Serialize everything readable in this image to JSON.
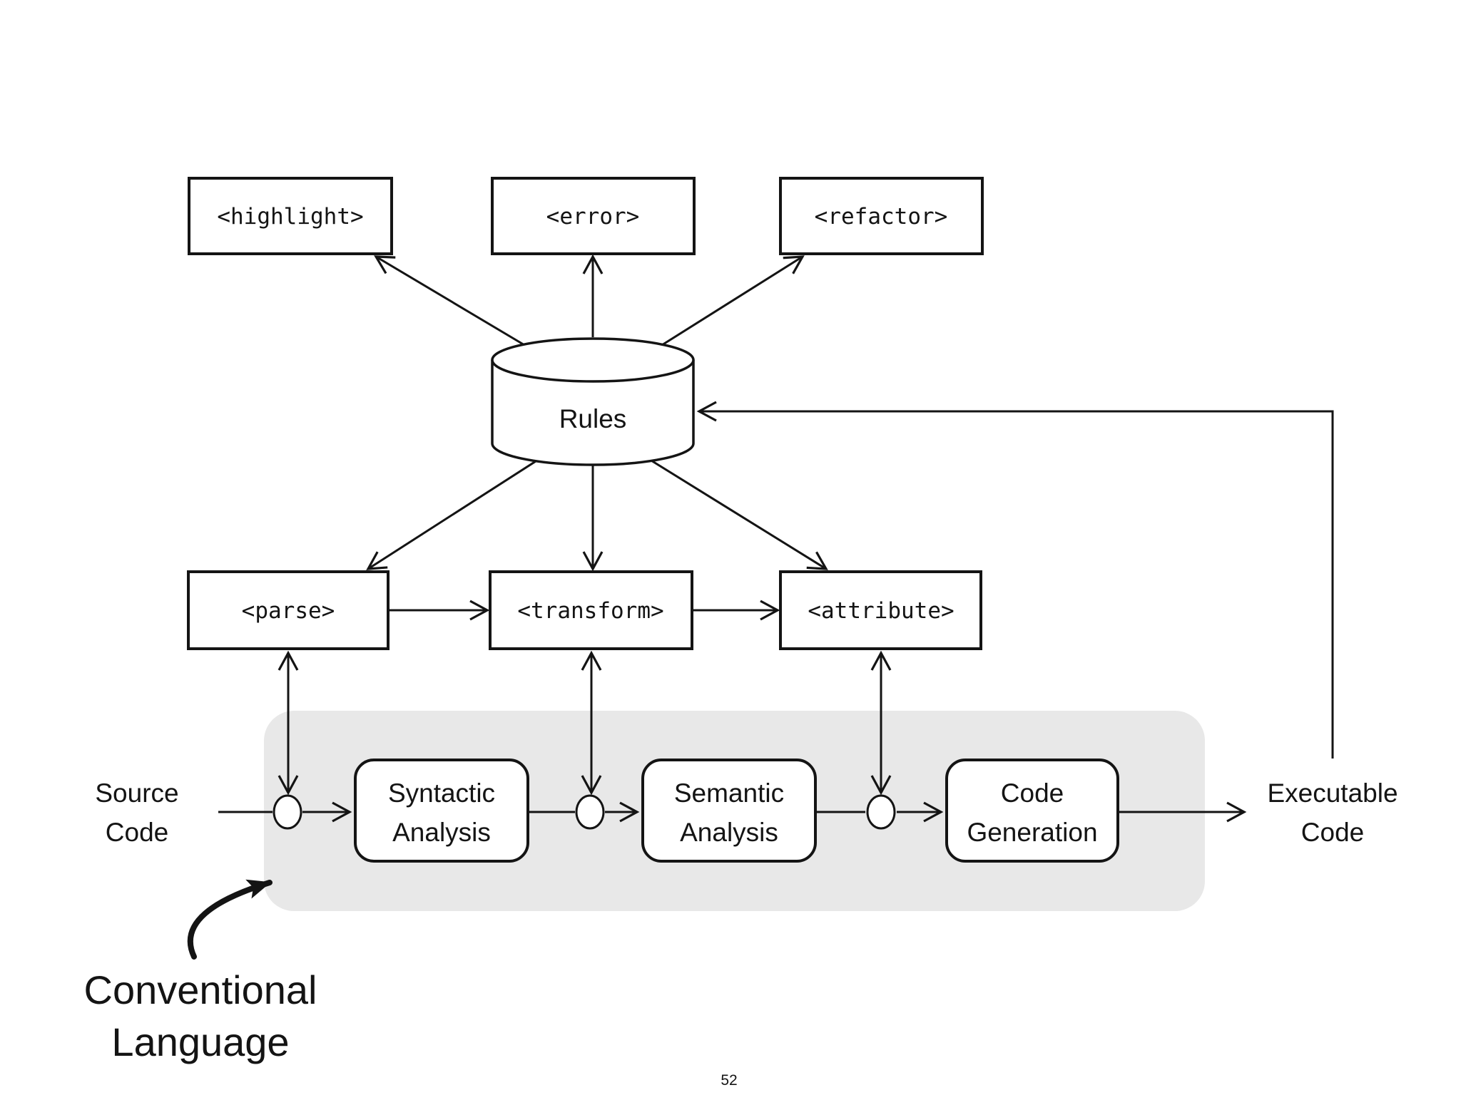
{
  "page": {
    "number": "52"
  },
  "colors": {
    "ink": "#141414",
    "container": "#e8e8e8",
    "page_number": "#6f6f6f",
    "background": "#ffffff"
  },
  "rules_store": {
    "label": "Rules"
  },
  "outputs": [
    {
      "id": "highlight",
      "label": "<highlight>"
    },
    {
      "id": "error",
      "label": "<error>"
    },
    {
      "id": "refactor",
      "label": "<refactor>"
    }
  ],
  "hooks": [
    {
      "id": "parse",
      "label": "<parse>"
    },
    {
      "id": "transform",
      "label": "<transform>"
    },
    {
      "id": "attribute",
      "label": "<attribute>"
    }
  ],
  "pipeline": {
    "input": {
      "line1": "Source",
      "line2": "Code"
    },
    "output": {
      "line1": "Executable",
      "line2": "Code"
    },
    "stages": [
      {
        "id": "syntactic",
        "line1": "Syntactic",
        "line2": "Analysis"
      },
      {
        "id": "semantic",
        "line1": "Semantic",
        "line2": "Analysis"
      },
      {
        "id": "codegen",
        "line1": "Code",
        "line2": "Generation"
      }
    ]
  },
  "annotation": {
    "line1": "Conventional",
    "line2": "Language"
  }
}
